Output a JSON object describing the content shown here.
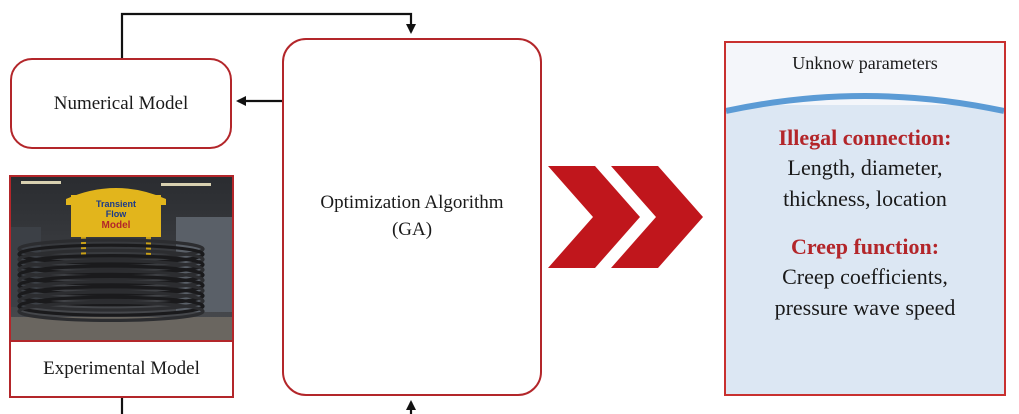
{
  "numerical_model": {
    "label": "Numerical Model"
  },
  "experimental_model": {
    "label": "Experimental Model",
    "photo_sign_line1": "Transient",
    "photo_sign_line2": "Flow",
    "photo_sign_line3": "Model"
  },
  "optimization": {
    "line1": "Optimization Algorithm",
    "line2": "(GA)"
  },
  "parameters": {
    "title": "Unknow parameters",
    "illegal_heading": "Illegal connection:",
    "illegal_line1": "Length, diameter,",
    "illegal_line2": "thickness, location",
    "creep_heading": "Creep function:",
    "creep_line1": "Creep coefficients,",
    "creep_line2": "pressure wave speed"
  },
  "colors": {
    "box_border": "#b3262a",
    "chevron": "#c0161c",
    "wave": "#5b9bd5",
    "params_fill": "#dce7f3"
  }
}
